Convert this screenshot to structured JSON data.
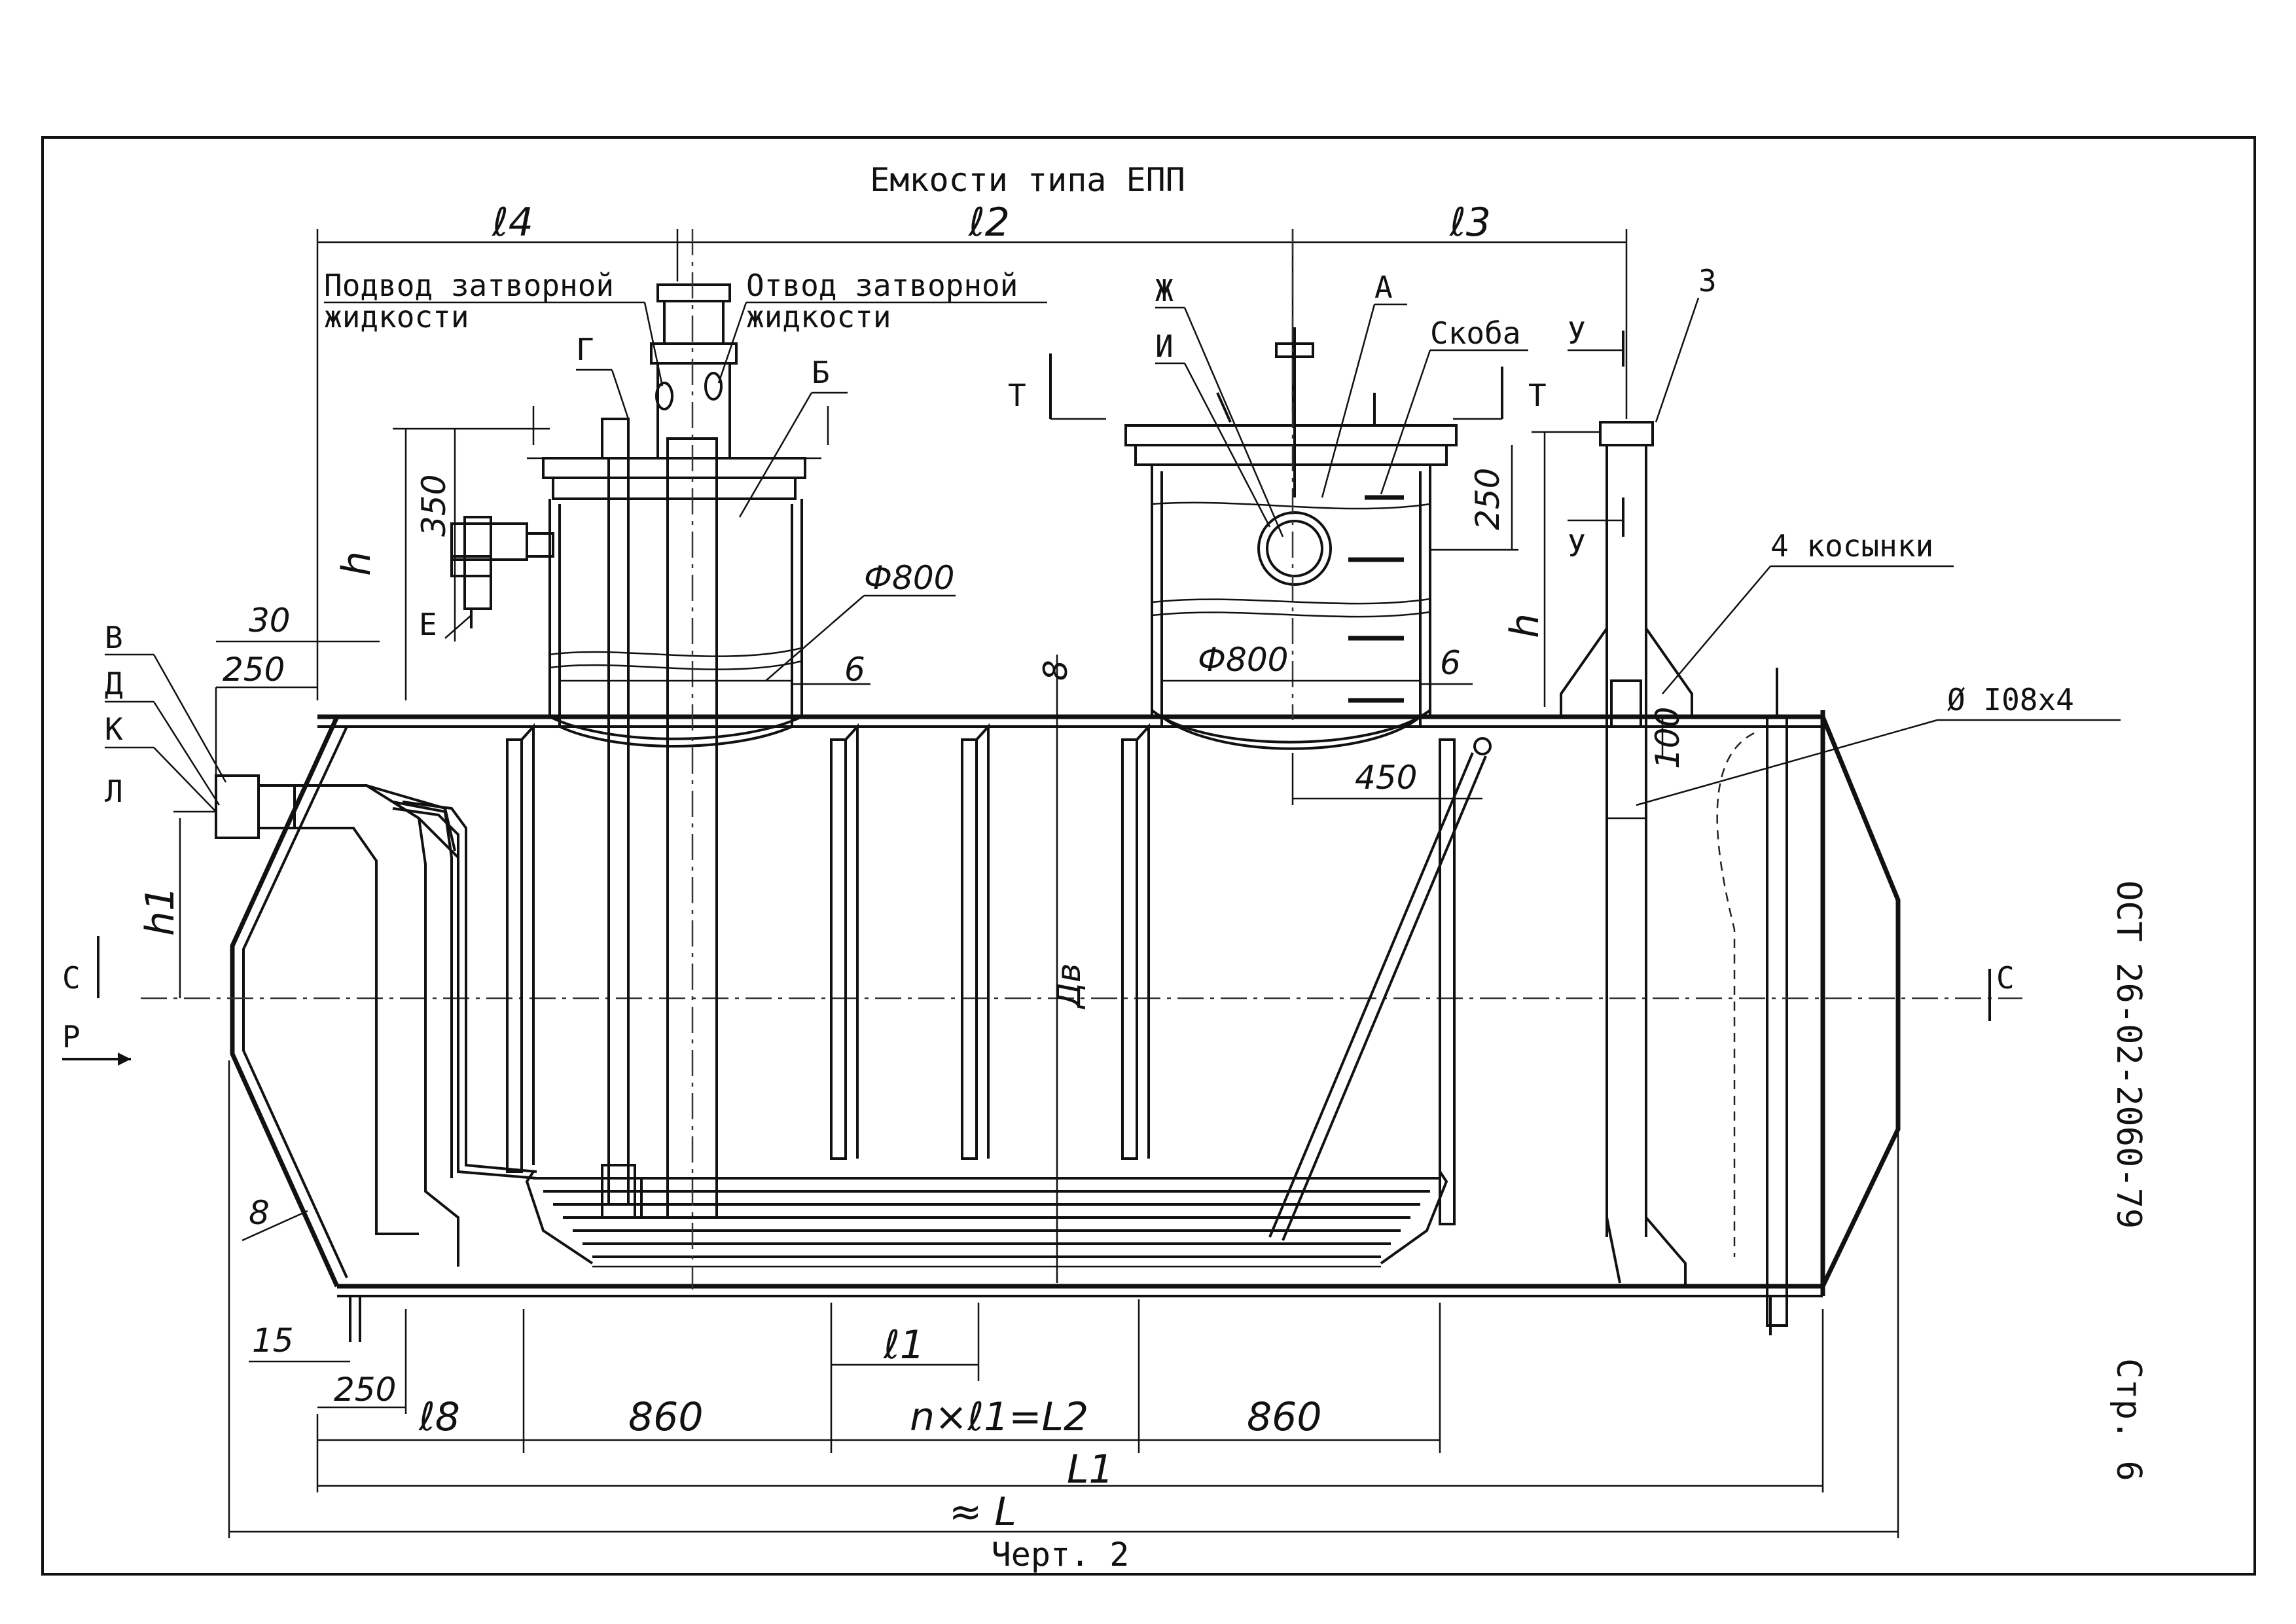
{
  "title": "Емкости типа ЕПП",
  "caption": "Черт. 2",
  "side": {
    "standard": "ОСТ 26-02-2060-79",
    "page": "Стр. 6"
  },
  "notes": {
    "seal_in_1": "Подвод затворной",
    "seal_in_2": "жидкости",
    "seal_out_1": "Отвод затворной",
    "seal_out_2": "жидкости",
    "bracket": "Скоба",
    "gussets": "4 косынки",
    "pipe": "Ø I08х4"
  },
  "letters": {
    "A": "А",
    "B": "Б",
    "V": "В",
    "G": "Г",
    "D": "Д",
    "E": "Е",
    "Zh": "Ж",
    "Z": "З",
    "I": "И",
    "K": "К",
    "L": "Л",
    "S_left": "С",
    "S_right": "С",
    "P": "Р",
    "T_left": "Т",
    "T_right": "Т",
    "U_top": "У",
    "U_bottom": "У"
  },
  "dims": {
    "l4": "ℓ4",
    "l2": "ℓ2",
    "l3": "ℓ3",
    "l1": "ℓ1",
    "l8": "ℓ8",
    "h_left": "h",
    "h_right": "h",
    "h1": "h1",
    "d350": "350",
    "d250_top": "250",
    "d30": "30",
    "d250_left": "250",
    "phi800_left": "Ф800",
    "phi800_right": "Ф800",
    "d6_left": "6",
    "d6_right": "6",
    "d8_top": "8",
    "d8_wall": "8",
    "d450": "450",
    "d100": "100",
    "dv": "Дв",
    "d15": "15",
    "d250_bottom": "250",
    "d860_left": "860",
    "d860_right": "860",
    "nl1": "n×ℓ1=L2",
    "L1": "L1",
    "L": "≈ L"
  }
}
